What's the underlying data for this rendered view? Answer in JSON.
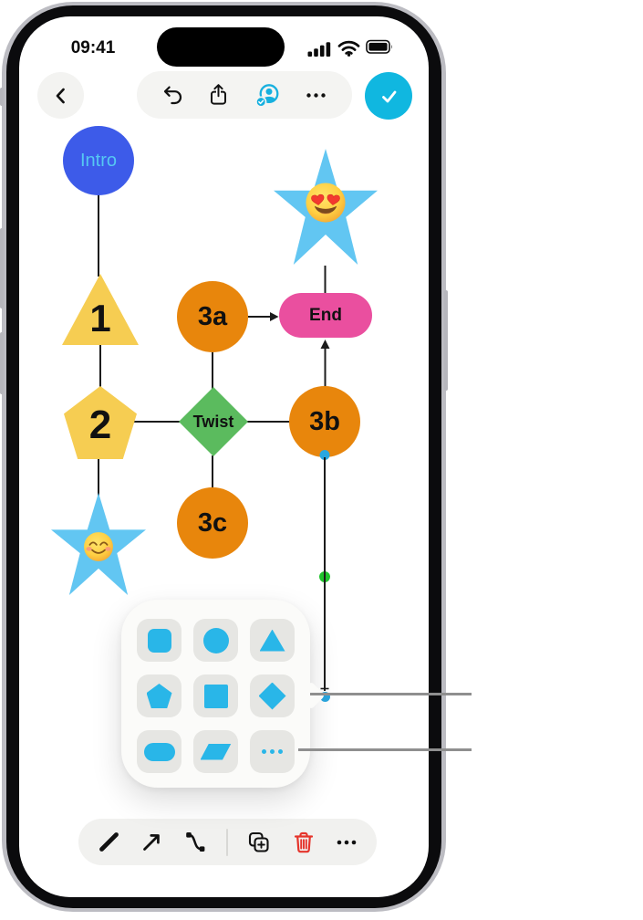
{
  "status_bar": {
    "time": "09:41",
    "icons": [
      "cellular-signal-icon",
      "wifi-icon",
      "battery-icon"
    ]
  },
  "top_toolbar": {
    "back_icon": "chevron-left-icon",
    "undo_icon": "undo-icon",
    "share_icon": "share-icon",
    "collaborate_icon": "collaborate-person-check-icon",
    "more_icon": "ellipsis-icon",
    "done_icon": "checkmark-icon",
    "done_button_color": "#10B7E0",
    "collaborate_color": "#17B0DF"
  },
  "diagram": {
    "intro": {
      "label": "Intro",
      "shape": "circle",
      "fill": "#3D5BE9",
      "label_color": "#55C8F2"
    },
    "star_love": {
      "shape": "star",
      "fill": "#62C6F2",
      "emoji": "😍",
      "emoji_name": "heart-eyes-emoji"
    },
    "step1": {
      "label": "1",
      "shape": "triangle",
      "fill": "#F6CD52"
    },
    "step3a": {
      "label": "3a",
      "shape": "circle",
      "fill": "#E8860C"
    },
    "end": {
      "label": "End",
      "shape": "rounded-rectangle",
      "fill": "#EA4F9F"
    },
    "step2": {
      "label": "2",
      "shape": "pentagon",
      "fill": "#F6CD52"
    },
    "twist": {
      "label": "Twist",
      "shape": "diamond",
      "fill": "#5BBB5E"
    },
    "step3b": {
      "label": "3b",
      "shape": "circle",
      "fill": "#E8860C"
    },
    "star_smile": {
      "shape": "star",
      "fill": "#62C6F2",
      "emoji": "😊",
      "emoji_name": "smiling-blush-emoji"
    },
    "step3c": {
      "label": "3c",
      "shape": "circle",
      "fill": "#E8860C"
    },
    "connector_color": "#1C1C1C"
  },
  "selection": {
    "connection_dot_color": "#2AA7E0",
    "midpoint_handle_color": "#1FC32B",
    "endpoint_handle_color": "#2AA7E0"
  },
  "shape_picker": {
    "options": [
      {
        "name": "rounded-square"
      },
      {
        "name": "circle"
      },
      {
        "name": "triangle"
      },
      {
        "name": "pentagon"
      },
      {
        "name": "square"
      },
      {
        "name": "diamond"
      },
      {
        "name": "stadium"
      },
      {
        "name": "parallelogram"
      },
      {
        "name": "more-shapes"
      }
    ],
    "shape_color": "#29B6E8"
  },
  "bottom_toolbar": {
    "tools": [
      "line-tool",
      "arrow-tool",
      "connector-tool",
      "duplicate-tool",
      "delete-tool",
      "more-tool"
    ],
    "delete_color": "#E5342B"
  }
}
